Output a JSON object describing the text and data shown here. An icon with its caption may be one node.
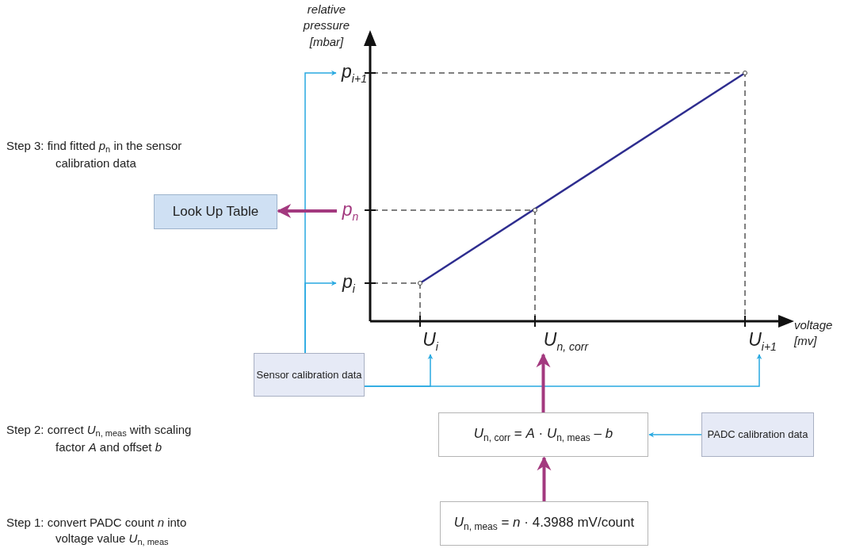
{
  "diagram": {
    "nodes": [
      {
        "text": [
          "Look Up Table"
        ]
      },
      {
        "text": [
          "Sensor calibration data"
        ]
      },
      {
        "text": [
          "*U*$_{n, corr}$ = *A* · *U*$_{n, meas}$ – *b*"
        ]
      },
      {
        "text": [
          "PADC calibration data"
        ]
      },
      {
        "text": [
          "*U*$_{n, meas}$ = *n* · 4.3988 mV/count"
        ]
      },
      {
        "text": [
          "p$_{i+1}$"
        ]
      },
      {
        "text": [
          "p$_{n}$"
        ]
      },
      {
        "text": [
          "p$_{i}$"
        ]
      },
      {
        "text": [
          "U$_{i}$"
        ]
      },
      {
        "text": [
          "U$_{n, corr}$"
        ]
      },
      {
        "text": [
          "U$_{i+1}$"
        ]
      }
    ],
    "edges": [
      {
        "from": 1,
        "to": 5,
        "arrow": "to"
      },
      {
        "from": 1,
        "to": 7,
        "arrow": "to"
      },
      {
        "from": 1,
        "to": 8,
        "arrow": "to"
      },
      {
        "from": 1,
        "to": 10,
        "arrow": "to"
      },
      {
        "from": 6,
        "to": 0,
        "arrow": "to",
        "style": "thick",
        "color": "#a3397f"
      },
      {
        "from": 2,
        "to": 9,
        "arrow": "to",
        "style": "thick",
        "color": "#a3397f"
      },
      {
        "from": 4,
        "to": 2,
        "arrow": "to",
        "style": "thick",
        "color": "#a3397f"
      },
      {
        "from": 3,
        "to": 2,
        "arrow": "to"
      }
    ],
    "labels": [
      "relative pressure [mbar]",
      "Step 3: find fitted *p*$_{n}$ in the sensor calibration data",
      "voltage [mv]",
      "Step 2: correct *U*$_{n, meas}$ with scaling factor *A* and offset *b*",
      "Step 1: convert PADC count *n* into voltage value *U*$_{n, meas}$"
    ]
  }
}
